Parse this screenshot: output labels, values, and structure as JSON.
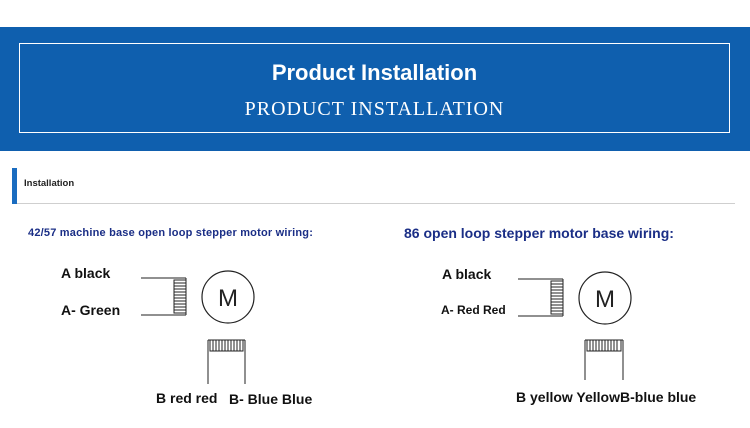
{
  "banner": {
    "title": "Product Installation",
    "subtitle": "PRODUCT INSTALLATION",
    "bg_color": "#0f5fae"
  },
  "section": {
    "label": "Installation",
    "accent_color": "#1a6cc0"
  },
  "left_diagram": {
    "heading": "42/57 machine base open loop stepper motor wiring:",
    "a_plus": "A black",
    "a_minus": "A- Green",
    "b_plus": "B red red",
    "b_minus": "B- Blue Blue",
    "motor_symbol": "M"
  },
  "right_diagram": {
    "heading": "86 open loop stepper motor base wiring:",
    "a_plus": "A black",
    "a_minus": "A- Red Red",
    "b_label": "B yellow YellowB-blue blue",
    "motor_symbol": "M"
  },
  "colors": {
    "heading": "#1a2e86"
  }
}
